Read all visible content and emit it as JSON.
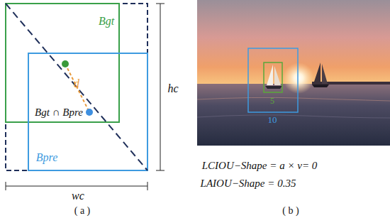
{
  "diagram": {
    "labels": [
      "Bgt",
      "d",
      "Bgt ∩ Bpre",
      "Bpre",
      "hc",
      "wc",
      "( a )",
      "5",
      "10",
      "LCIOU−Shape = a × v= 0",
      "LAIOU−Shape = 0.35",
      "( b )"
    ]
  }
}
